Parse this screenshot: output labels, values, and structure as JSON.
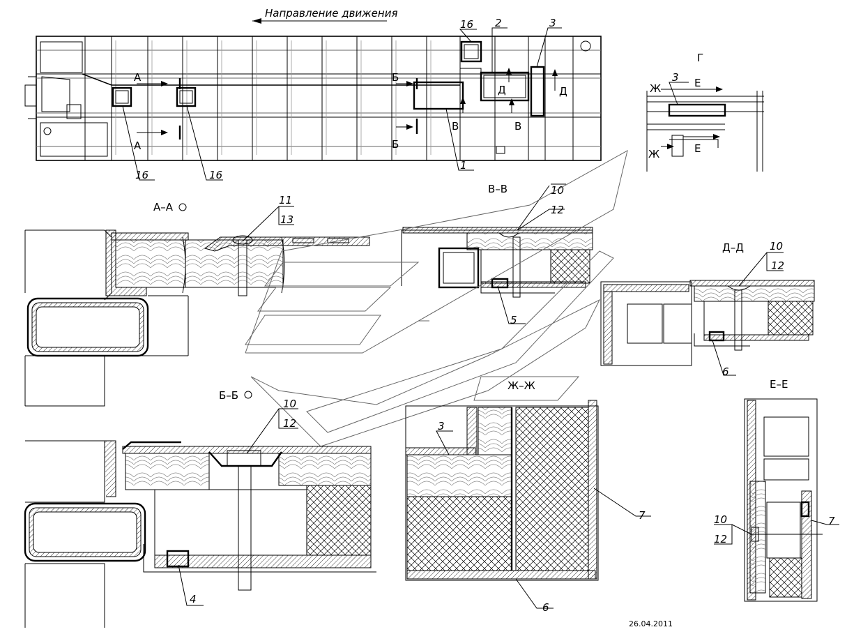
{
  "title": "Направление движения",
  "date": "26.04.2011",
  "sections": {
    "aa": "А–А",
    "bb": "Б–Б",
    "vv": "В–В",
    "gg": "Г",
    "dd": "Д–Д",
    "ee": "Е–Е",
    "zz": "Ж–Ж"
  },
  "cut_letters": {
    "a": "А",
    "b": "Б",
    "v": "В",
    "d": "Д",
    "e": "Е",
    "zh": "Ж"
  },
  "callouts": {
    "n1": "1",
    "n2": "2",
    "n3": "3",
    "n4": "4",
    "n5": "5",
    "n6": "6",
    "n7": "7",
    "n10": "10",
    "n11": "11",
    "n12": "12",
    "n13": "13",
    "n16": "16"
  }
}
